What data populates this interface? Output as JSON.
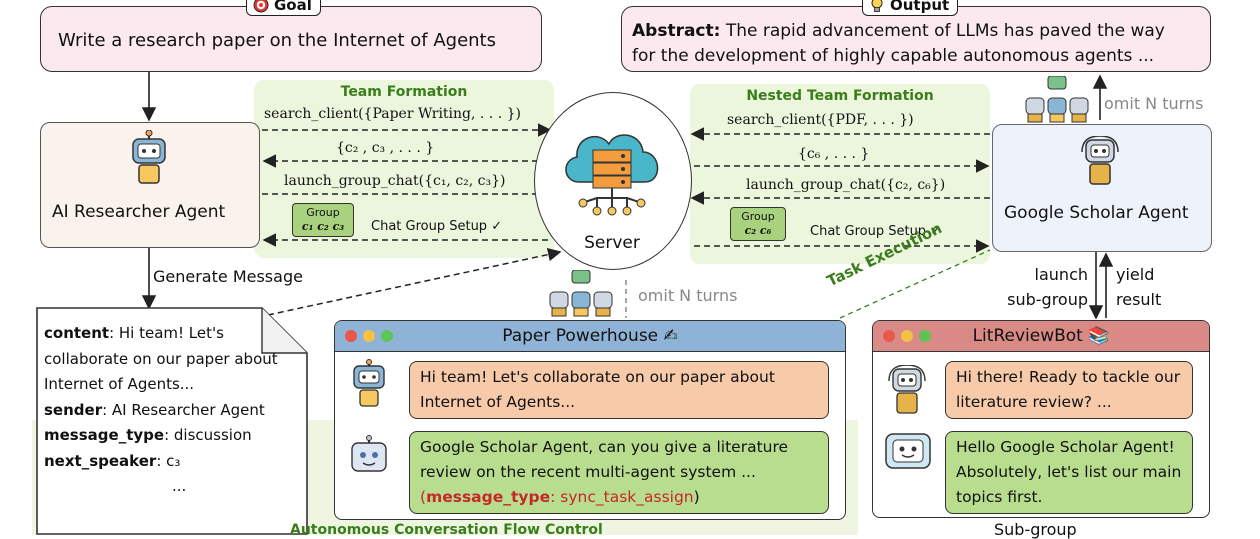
{
  "goal": {
    "tag": "Goal",
    "text": "Write a research paper on the Internet of Agents"
  },
  "output": {
    "tag": "Output",
    "abstract_label": "Abstract:",
    "abstract_line1": " The rapid advancement of LLMs has paved the way",
    "abstract_line2": "for the development of highly capable autonomous agents ..."
  },
  "team_formation": {
    "title": "Team Formation",
    "search": "search_client({Paper Writing, . . . })",
    "candidates": "{c₂ , c₃ , . . . }",
    "launch": "launch_group_chat({c₁, c₂, c₃})",
    "group_label": "Group",
    "group_members": "c₁ c₂ c₃",
    "setup": "Chat Group Setup ✓"
  },
  "nested_team_formation": {
    "title": "Nested Team Formation",
    "search": "search_client({PDF, . . . })",
    "candidates": "{c₆ , . . . }",
    "launch": "launch_group_chat({c₂, c₆})",
    "group_label": "Group",
    "group_members": "c₂ c₆",
    "setup": "Chat Group Setup ✓"
  },
  "server": {
    "label": "Server"
  },
  "agents": {
    "researcher": "AI Researcher Agent",
    "scholar": "Google Scholar Agent"
  },
  "flow_labels": {
    "generate_message": "Generate Message",
    "omit_turns_top": "omit N turns",
    "omit_turns_mid": "omit N turns",
    "launch_subgroup_1": "launch",
    "launch_subgroup_2": "sub-group",
    "yield_1": "yield",
    "yield_2": "result",
    "task_execution": "Task Execution",
    "autonomous_flow": "Autonomous Conversation Flow Control",
    "sub_group": "Sub-group"
  },
  "message_note": {
    "content_key": "content",
    "content_line1": ": Hi team! Let's",
    "content_line2": "collaborate on our paper about",
    "content_line3": "Internet of Agents...",
    "sender_key": "sender",
    "sender_val": ": AI Researcher Agent",
    "type_key": "message_type",
    "type_val": ": discussion",
    "next_key": "next_speaker",
    "next_val": ": c₃",
    "ellipsis": "..."
  },
  "paper_window": {
    "title": "Paper Powerhouse ✍",
    "msg1": "Hi team! Let's collaborate on our paper about Internet of Agents...",
    "msg2": "Google Scholar Agent, can you give a literature review on the recent multi-agent system ...",
    "msg2_type_key": "message_type",
    "msg2_type_val": ": sync_task_assign"
  },
  "lit_window": {
    "title": "LitReviewBot 📚",
    "msg1": "Hi there! Ready to tackle our literature review? ...",
    "msg2": "Hello Google Scholar Agent! Absolutely, let's list our main topics first."
  },
  "colors": {
    "pink_bg": "#fbe9ef",
    "green_panel": "#ecf6dd",
    "orange_bubble": "#f7caa9",
    "green_bubble": "#b8dd8e",
    "window_bar_blue": "#8fb3d6",
    "window_bar_red": "#d98a86",
    "accent_red": "#c62828",
    "green_text": "#3a7d1a"
  },
  "icons": [
    "goal-target-icon",
    "output-bulb-icon",
    "robot-icon",
    "server-cloud-icon",
    "chat-bubble-icon"
  ]
}
